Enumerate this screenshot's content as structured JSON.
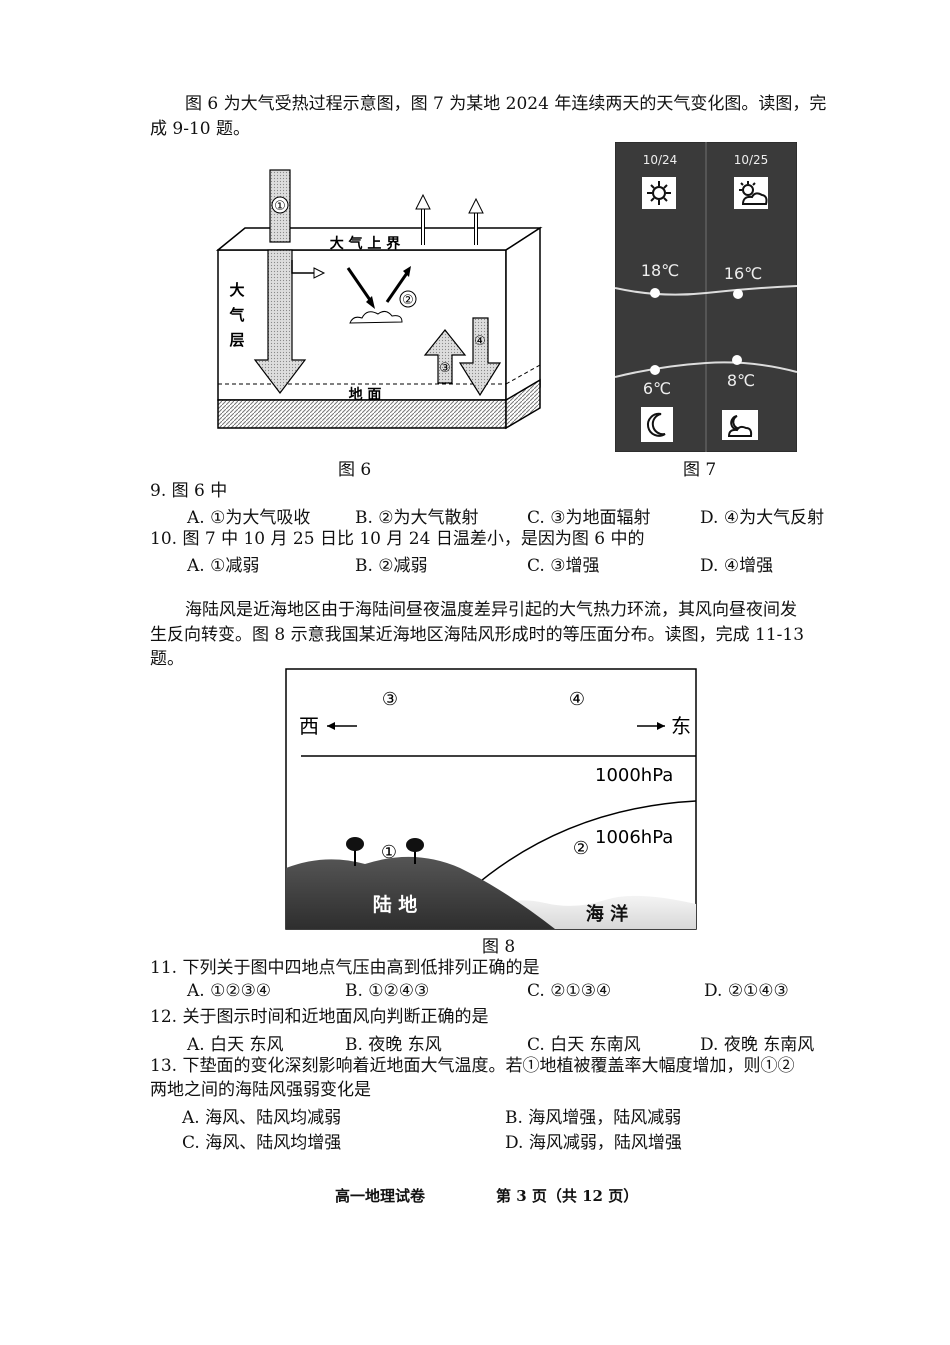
{
  "intro1": {
    "line1": "图 6 为大气受热过程示意图，图 7 为某地 2024 年连续两天的天气变化图。读图，完",
    "line2": "成 9-10 题。"
  },
  "fig6": {
    "caption": "图 6",
    "top_label": "大 气 上 界",
    "side_label": [
      "大",
      "气",
      "层"
    ],
    "ground_label": "地    面",
    "markers": [
      "①",
      "②",
      "③",
      "④"
    ]
  },
  "fig7": {
    "caption": "图 7",
    "dates": [
      "10/24",
      "10/25"
    ],
    "high_temps": [
      "18℃",
      "16℃"
    ],
    "low_temps": [
      "6℃",
      "8℃"
    ],
    "day_icons": [
      "sunny-icon",
      "partly-cloudy-icon"
    ],
    "night_icons": [
      "moon-icon",
      "cloudy-moon-icon"
    ],
    "bg_color": "#3a3a3a"
  },
  "q9": {
    "stem": "9. 图 6 中",
    "options": [
      "A. ①为大气吸收",
      "B. ②为大气散射",
      "C. ③为地面辐射",
      "D. ④为大气反射"
    ]
  },
  "q10": {
    "stem": "10. 图 7 中 10 月 25 日比 10 月 24 日温差小，是因为图 6 中的",
    "options": [
      "A. ①减弱",
      "B. ②减弱",
      "C. ③增强",
      "D. ④增强"
    ]
  },
  "intro2": {
    "line1": "海陆风是近海地区由于海陆间昼夜温度差异引起的大气热力环流，其风向昼夜间发",
    "line2": "生反向转变。图 8 示意我国某近海地区海陆风形成时的等压面分布。读图，完成 11-13",
    "line3": "题。"
  },
  "fig8": {
    "caption": "图 8",
    "markers": [
      "③",
      "④",
      "①",
      "②"
    ],
    "west": "西",
    "east": "东",
    "isobar_top": "1000hPa",
    "isobar_bottom": "1006hPa",
    "land": "陆 地",
    "sea": "海 洋"
  },
  "q11": {
    "stem": "11. 下列关于图中四地点气压由高到低排列正确的是",
    "options": [
      "A. ①②③④",
      "B. ①②④③",
      "C. ②①③④",
      "D. ②①④③"
    ]
  },
  "q12": {
    "stem": "12. 关于图示时间和近地面风向判断正确的是",
    "options": [
      "A. 白天  东风",
      "B. 夜晚  东风",
      "C. 白天  东南风",
      "D. 夜晚  东南风"
    ]
  },
  "q13": {
    "stem1": "13. 下垫面的变化深刻影响着近地面大气温度。若①地植被覆盖率大幅度增加，则①②",
    "stem2": "两地之间的海陆风强弱变化是",
    "options": [
      "A. 海风、陆风均减弱",
      "B. 海风增强，陆风减弱",
      "C. 海风、陆风均增强",
      "D. 海风减弱，陆风增强"
    ]
  },
  "footer": {
    "subject": "高一地理试卷",
    "page": "第 3 页（共 12 页）"
  }
}
